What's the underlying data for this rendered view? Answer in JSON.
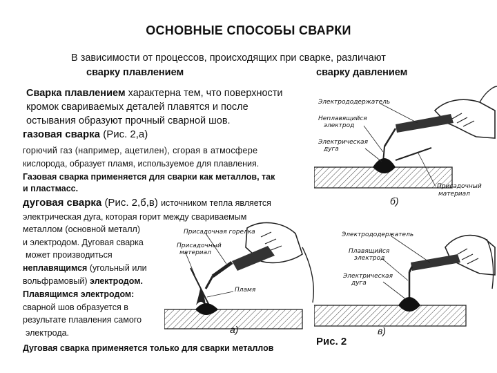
{
  "title": "ОСНОВНЫЕ СПОСОБЫ СВАРКИ",
  "intro": "В зависимости от процессов, происходящих при сварке, различают",
  "sub_left": "сварку плавлением",
  "sub_right": "сварку давлением",
  "para1": [
    "Сварка плавлением характерна тем, что поверхности",
    "кромок свариваемых деталей плавятся и после",
    "остывания образуют прочный сварной шов."
  ],
  "gas": {
    "heading": "газовая сварка",
    "ref": "(Рис. 2,а)",
    "lines": [
      "горючий газ (например, ацетилен), сгорая в атмосфере",
      "кислорода, образует пламя, используемое для плавления."
    ],
    "bold_lines": [
      "Газовая сварка применяется для сварки как металлов, так",
      "и пластмасс."
    ]
  },
  "arc": {
    "heading": "дуговая сварка",
    "ref": "(Рис. 2,б,в)",
    "ref_tail": "источником тепла является",
    "lines": [
      "электрическая дуга, которая горит между свариваемым",
      "металлом (основной металл)",
      "и электродом. Дуговая сварка",
      "может производиться"
    ],
    "nonmelt": "неплавящимся",
    "nonmelt_tail": "(угольный или",
    "tungsten": "вольфрамовый)",
    "electrode": "электродом.",
    "melting": "Плавящимся электродом:",
    "lines2": [
      "сварной шов образуется в",
      "результате плавления самого",
      "электрода."
    ],
    "final": "Дуговая сварка применяется только для сварки металлов"
  },
  "figure": {
    "caption": "Рис. 2",
    "label_a": "а)",
    "label_b": "б)",
    "label_v": "в)",
    "b_labels": {
      "holder": "Электрододержатель",
      "nonmelt": "Неплавящийся",
      "electrode": "электрод",
      "arc1": "Электрическая",
      "arc2": "дуга",
      "filler1": "Присадочный",
      "filler2": "материал"
    },
    "a_labels": {
      "nozzle": "Присадочная горелка",
      "filler1": "Присадочный",
      "filler2": "материал",
      "flame": "Пламя"
    },
    "v_labels": {
      "holder": "Электрододержатель",
      "melting": "Плавящийся",
      "electrode": "электрод",
      "arc1": "Электрическая",
      "arc2": "дуга"
    }
  }
}
